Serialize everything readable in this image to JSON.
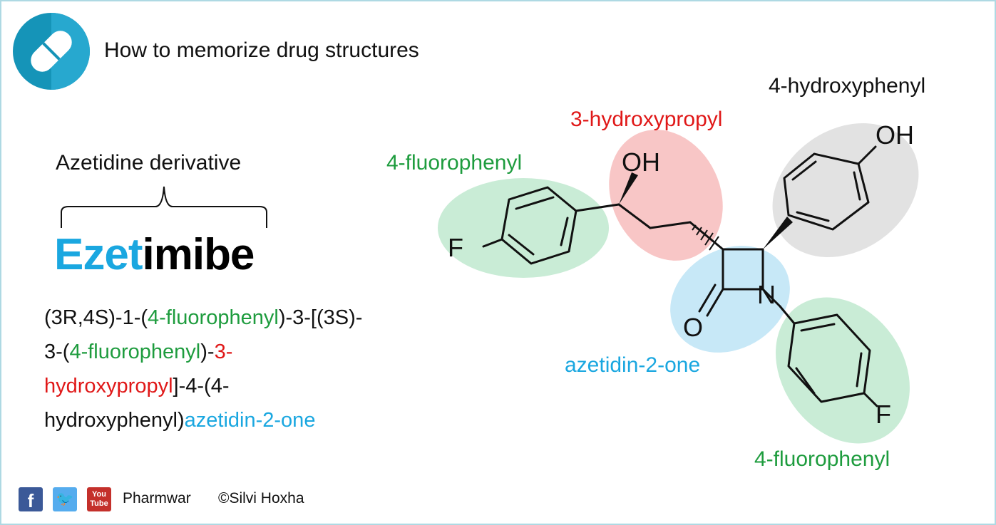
{
  "header": {
    "title": "How to memorize drug structures",
    "logo_icon": "pill-icon"
  },
  "drug": {
    "family_label": "Azetidine derivative",
    "name_stem": "Ezet",
    "name_rest": "imibe",
    "iupac_lines": [
      [
        {
          "t": "(3R,4S)-1-(",
          "c": "k"
        },
        {
          "t": "4-fluorophenyl",
          "c": "g"
        },
        {
          "t": ")-3-[(3S)-",
          "c": "k"
        }
      ],
      [
        {
          "t": "3-(",
          "c": "k"
        },
        {
          "t": "4-fluorophenyl",
          "c": "g"
        },
        {
          "t": ")-",
          "c": "k"
        },
        {
          "t": "3-",
          "c": "r"
        }
      ],
      [
        {
          "t": "hydroxypropyl",
          "c": "r"
        },
        {
          "t": "]-4-(4-",
          "c": "k"
        }
      ],
      [
        {
          "t": "hydroxyphenyl)",
          "c": "k"
        },
        {
          "t": "azetidin-2-one",
          "c": "b"
        }
      ]
    ]
  },
  "structure": {
    "labels": {
      "fluorophenyl_top": "4-fluorophenyl",
      "hydroxypropyl": "3-hydroxypropyl",
      "hydroxyphenyl": "4-hydroxyphenyl",
      "azetidinone": "azetidin-2-one",
      "fluorophenyl_bottom": "4-fluorophenyl"
    },
    "atoms": {
      "oh_top": "OH",
      "oh_side": "OH",
      "f_left": "F",
      "f_bottom": "F",
      "n": "N",
      "o": "O"
    }
  },
  "footer": {
    "icons": [
      "facebook-icon",
      "twitter-icon",
      "youtube-icon"
    ],
    "facebook_glyph": "f",
    "twitter_glyph": "🐦",
    "youtube_glyph_1": "You",
    "youtube_glyph_2": "Tube",
    "site": "Pharmwar",
    "copyright": "©Silvi Hoxha"
  },
  "colors": {
    "green": "#1e9c3e",
    "red": "#e01818",
    "blue": "#1aa7e0",
    "highlight_green": "#c9ecd6",
    "highlight_red": "#f8c6c6",
    "highlight_blue": "#c7e8f7",
    "highlight_grey": "#e2e2e2",
    "border": "#aed9e3"
  }
}
